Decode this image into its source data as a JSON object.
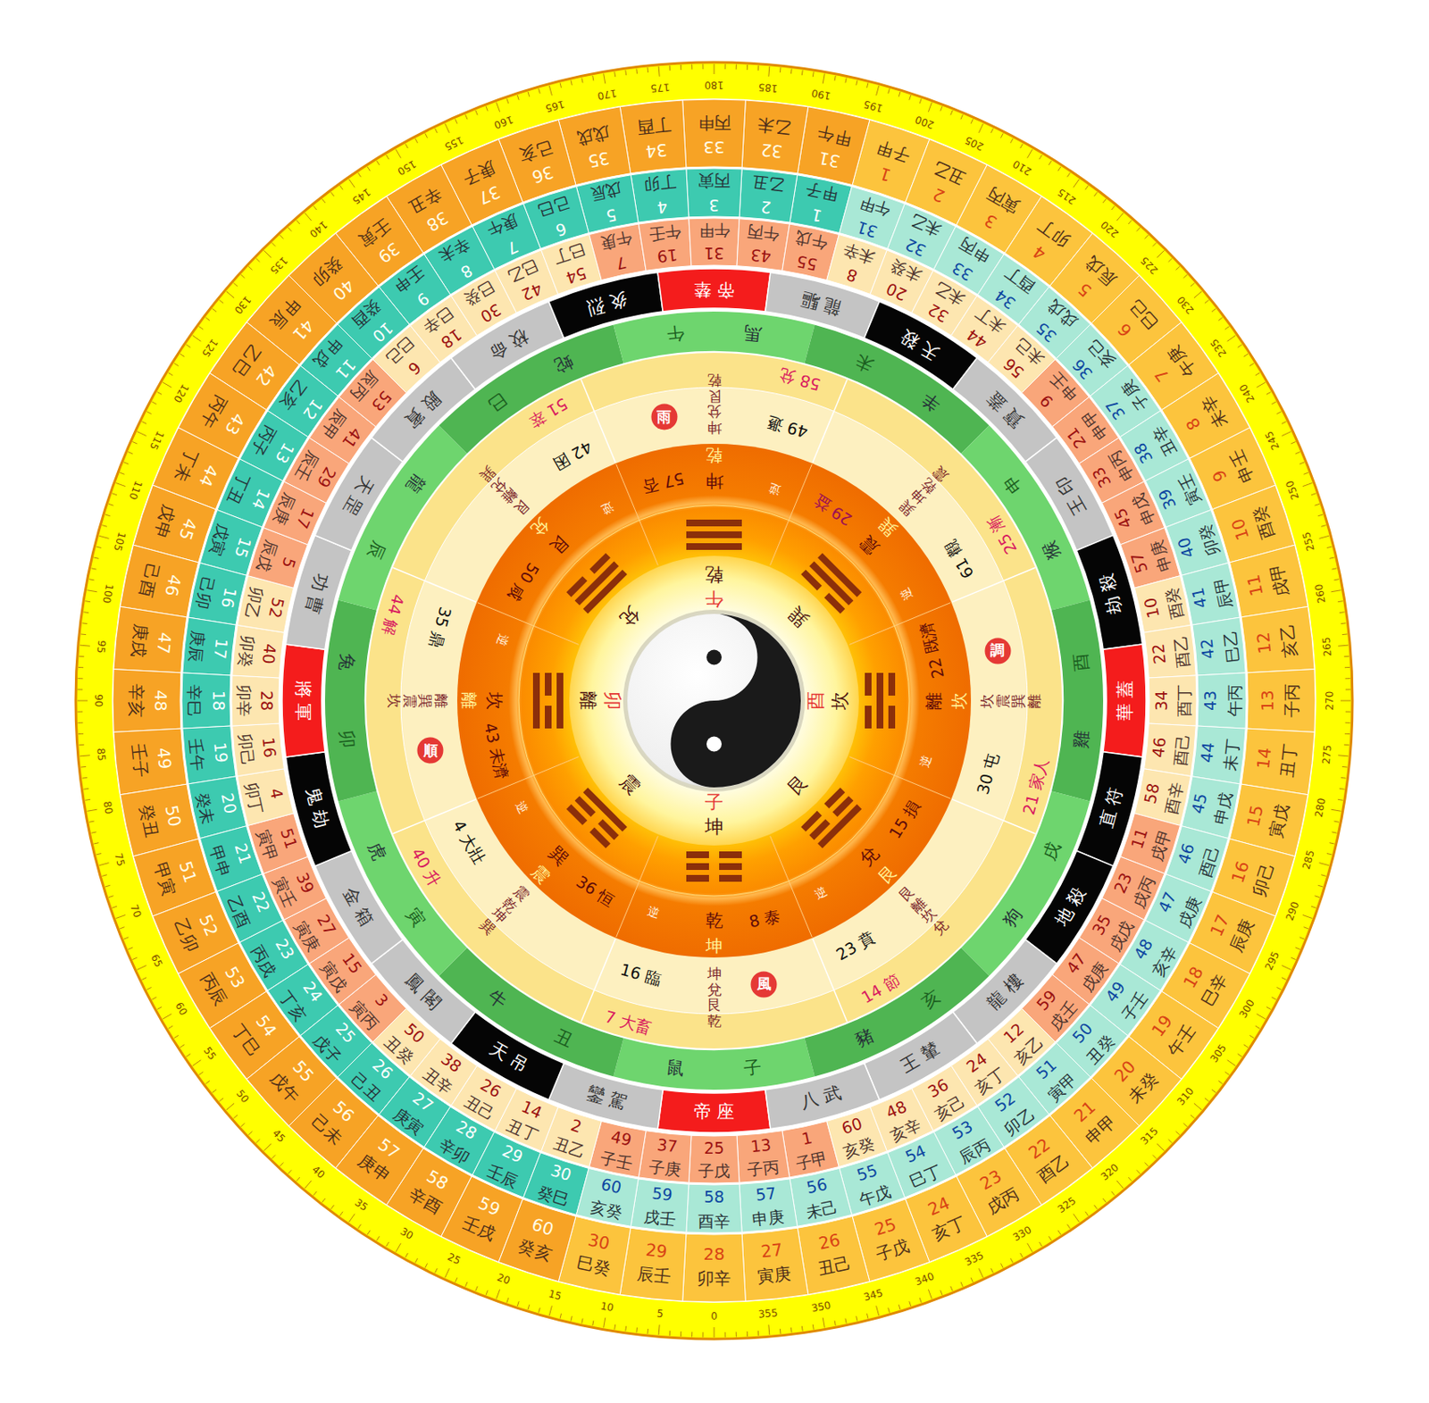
{
  "diagram": {
    "nodes": [
      {
        "text": [
          "雨"
        ]
      },
      {
        "text": [
          "調"
        ]
      },
      {
        "text": [
          "順"
        ]
      },
      {
        "text": [
          "風"
        ]
      }
    ],
    "labels": [
      "0",
      "5",
      "10",
      "15",
      "20",
      "25",
      "30",
      "35",
      "40",
      "45",
      "50",
      "55",
      "60",
      "65",
      "70",
      "75",
      "80",
      "85",
      "90",
      "95",
      "100",
      "105",
      "110",
      "115",
      "120",
      "125",
      "130",
      "135",
      "140",
      "145",
      "150",
      "155",
      "160",
      "165",
      "170",
      "175",
      "180",
      "185",
      "190",
      "195",
      "200",
      "205",
      "210",
      "215",
      "220",
      "225",
      "230",
      "235",
      "240",
      "245",
      "250",
      "255",
      "260",
      "265",
      "270",
      "275",
      "280",
      "285",
      "290",
      "295",
      "300",
      "305",
      "310",
      "315",
      "320",
      "325",
      "330",
      "335",
      "340",
      "345",
      "350",
      "355",
      "1 子甲",
      "2 丑乙",
      "3 寅丙",
      "4 卯丁",
      "5 辰戊",
      "6 巳己",
      "7 午庚",
      "8 未辛",
      "9 申壬",
      "10 酉癸",
      "11 戌甲",
      "12 亥乙",
      "13 子丙",
      "14 丑丁",
      "15 寅戊",
      "16 卯己",
      "17 辰庚",
      "18 巳辛",
      "19 午壬",
      "20 未癸",
      "21 申甲",
      "22 酉乙",
      "23 戌丙",
      "24 亥丁",
      "25 子戊",
      "26 丑己",
      "27 寅庚",
      "28 卯辛",
      "29 辰壬",
      "30 巳癸",
      "31 甲午",
      "32 乙未",
      "33 丙申",
      "34 丁酉",
      "35 戊戌",
      "36 己亥",
      "37 庚子",
      "38 辛丑",
      "39 壬寅",
      "40 癸卯",
      "41 甲辰",
      "42 乙巳",
      "43 丙午",
      "44 丁未",
      "45 戊申",
      "46 己酉",
      "47 庚戌",
      "48 辛亥",
      "49 壬子",
      "50 癸丑",
      "51 甲寅",
      "52 乙卯",
      "53 丙辰",
      "54 丁巳",
      "55 戊午",
      "56 己未",
      "57 庚申",
      "58 辛酉",
      "59 壬戌",
      "60 癸亥",
      "1 甲子",
      "2 乙丑",
      "3 丙寅",
      "4 丁卯",
      "5 戊辰",
      "6 己巳",
      "7 庚午",
      "8 辛未",
      "9 壬申",
      "10 癸酉",
      "11 甲戌",
      "12 乙亥",
      "13 丙子",
      "14 丁丑",
      "15 戊寅",
      "16 己卯",
      "17 庚辰",
      "18 辛巳",
      "19 壬午",
      "20 癸未",
      "21 甲申",
      "22 乙酉",
      "23 丙戌",
      "24 丁亥",
      "25 戊子",
      "26 己丑",
      "27 庚寅",
      "28 辛卯",
      "29 壬辰",
      "30 癸巳",
      "31 午甲",
      "32 未乙",
      "33 申丙",
      "34 酉丁",
      "35 戌戊",
      "36 亥己",
      "37 子庚",
      "38 丑辛",
      "39 寅壬",
      "40 卯癸",
      "41 辰甲",
      "42 巳乙",
      "43 午丙",
      "44 未丁",
      "45 申戊",
      "46 酉己",
      "47 戌庚",
      "48 亥辛",
      "49 子壬",
      "50 丑癸",
      "51 寅甲",
      "52 卯乙",
      "53 辰丙",
      "54 巳丁",
      "55 午戊",
      "56 未己",
      "57 申庚",
      "58 酉辛",
      "59 戌壬",
      "60 亥癸",
      "1 子甲",
      "13 子丙",
      "25 子戊",
      "37 子庚",
      "49 子壬",
      "2 丑乙",
      "14 丑丁",
      "26 丑己",
      "38 丑辛",
      "50 丑癸",
      "3 寅丙",
      "15 寅戊",
      "27 寅庚",
      "39 寅壬",
      "51 寅甲",
      "4 卯丁",
      "16 卯己",
      "28 卯辛",
      "40 卯癸",
      "52 卯乙",
      "5 辰戊",
      "17 辰庚",
      "29 辰壬",
      "41 辰甲",
      "53 辰丙",
      "6 巳己",
      "18 巳辛",
      "30 巳癸",
      "42 巳乙",
      "54 巳丁",
      "7 午庚",
      "19 午壬",
      "31 午甲",
      "43 午丙",
      "55 午戊",
      "8 未辛",
      "20 未癸",
      "32 未乙",
      "44 未丁",
      "56 未己",
      "9 申壬",
      "21 申甲",
      "33 申丙",
      "45 申戊",
      "57 申庚",
      "10 酉癸",
      "22 酉乙",
      "34 酉丁",
      "46 酉己",
      "58 酉辛",
      "11 戌甲",
      "23 戌丙",
      "35 戌戊",
      "47 戌庚",
      "59 戌壬",
      "12 亥乙",
      "24 亥丁",
      "36 亥己",
      "48 亥辛",
      "60 亥癸",
      "帝座",
      "鑾駕",
      "天吊",
      "鳳閣",
      "金箱",
      "鬼劫",
      "將軍",
      "功曹",
      "天罡",
      "殿賓",
      "校命",
      "炎烈",
      "帝辇",
      "龍驅",
      "天殺",
      "寶蓋",
      "王印",
      "劫殺",
      "華蓋",
      "直符",
      "地殺",
      "龍樓",
      "王輦",
      "八武",
      "子",
      "鼠",
      "丑",
      "牛",
      "寅",
      "虎",
      "卯",
      "兔",
      "辰",
      "龍",
      "巳",
      "蛇",
      "午",
      "馬",
      "未",
      "羊",
      "申",
      "猴",
      "酉",
      "雞",
      "戌",
      "狗",
      "亥",
      "豬",
      "7 大畜",
      "40 升",
      "44 解",
      "51 萃",
      "58 兌",
      "25 漸",
      "21 家人",
      "14 節",
      "16 臨",
      "4 大壯",
      "35 鼎",
      "42 困",
      "49 遯",
      "61 觀",
      "30 屯",
      "23 賁",
      "坤兌艮乾",
      "震乾坤巽",
      "離巽震坎",
      "艮離兌巽",
      "坤兌艮乾",
      "巽坤乾震",
      "坎震巽離",
      "艮離坎兌",
      "8 泰",
      "36 恒",
      "43 未濟",
      "50 咸",
      "57 否",
      "29 益",
      "22 既濟",
      "15 損",
      "乾",
      "巽",
      "坎",
      "艮",
      "坤",
      "震",
      "離",
      "兌",
      "坤",
      "震",
      "離",
      "兌",
      "乾",
      "巽",
      "坎",
      "艮",
      "坤",
      "震",
      "離",
      "兌",
      "乾",
      "巽",
      "坎",
      "艮",
      "子",
      "卯",
      "午",
      "酉",
      "逆",
      "逆",
      "逆",
      "逆",
      "逆",
      "逆",
      "逆",
      "逆"
    ]
  }
}
